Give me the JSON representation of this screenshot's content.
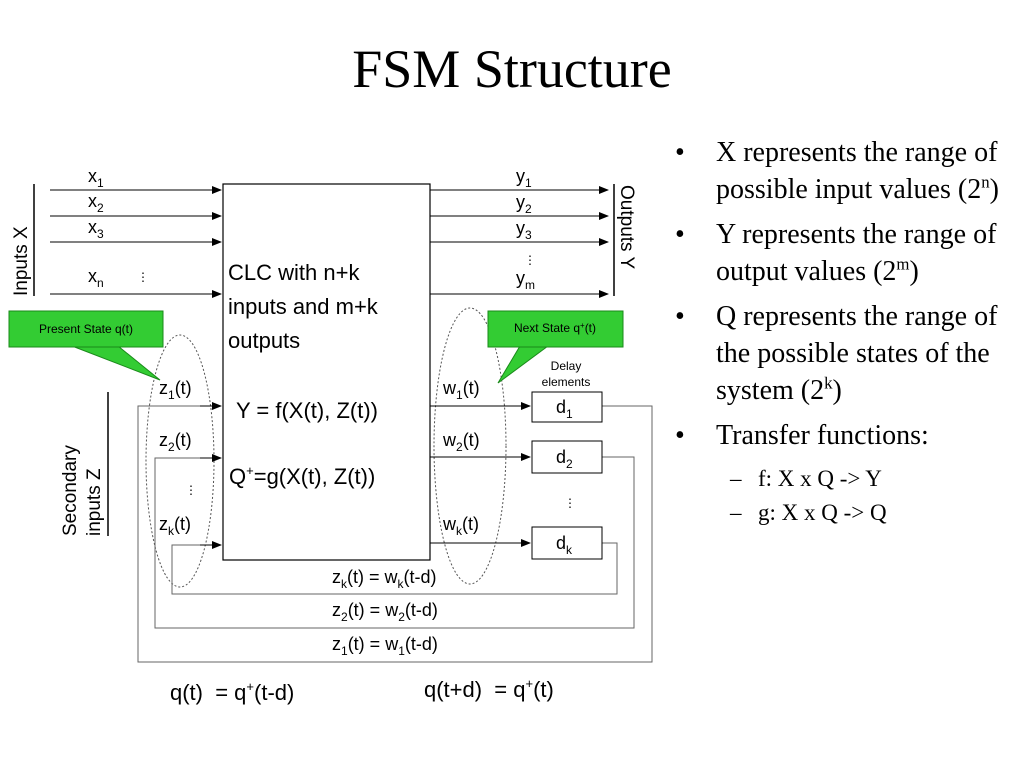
{
  "title": "FSM Structure",
  "diagram": {
    "inputs_x_label": "Inputs X",
    "outputs_y_label": "Outputs Y",
    "secondary_label_1": "Secondary",
    "secondary_label_2": "inputs Z",
    "x_inputs": [
      {
        "base": "x",
        "sub": "1"
      },
      {
        "base": "x",
        "sub": "2"
      },
      {
        "base": "x",
        "sub": "3"
      },
      {
        "base": "x",
        "sub": "n"
      }
    ],
    "y_outputs": [
      {
        "base": "y",
        "sub": "1"
      },
      {
        "base": "y",
        "sub": "2"
      },
      {
        "base": "y",
        "sub": "3"
      },
      {
        "base": "y",
        "sub": "m"
      }
    ],
    "z_inputs": [
      {
        "base": "z",
        "sub": "1",
        "suffix": "(t)"
      },
      {
        "base": "z",
        "sub": "2",
        "suffix": "(t)"
      },
      {
        "base": "z",
        "sub": "k",
        "suffix": "(t)"
      }
    ],
    "w_outputs": [
      {
        "base": "w",
        "sub": "1",
        "suffix": "(t)"
      },
      {
        "base": "w",
        "sub": "2",
        "suffix": "(t)"
      },
      {
        "base": "w",
        "sub": "k",
        "suffix": "(t)"
      }
    ],
    "delays": [
      {
        "base": "d",
        "sub": "1"
      },
      {
        "base": "d",
        "sub": "2"
      },
      {
        "base": "d",
        "sub": "k"
      }
    ],
    "ellipsis": "⋮",
    "clc_line1": "CLC with n+k",
    "clc_line2": "inputs and m+k",
    "clc_line3": "outputs",
    "eq_y": "Y = f(X(t), Z(t))",
    "eq_q_prefix": "Q",
    "eq_q_sup": "+",
    "eq_q_rest": "=g(X(t), Z(t))",
    "callout_present": "Present State q(t)",
    "callout_next_prefix": "Next State q",
    "callout_next_sup": "+",
    "callout_next_suffix": "(t)",
    "delay_elements_1": "Delay",
    "delay_elements_2": "elements",
    "feedback_eqs": [
      {
        "z_sub": "k",
        "w_sub": "k"
      },
      {
        "z_sub": "2",
        "w_sub": "2"
      },
      {
        "z_sub": "1",
        "w_sub": "1"
      }
    ],
    "feedback_eq_z": "z",
    "feedback_eq_mid": "(t) = w",
    "feedback_eq_end": "(t-d)",
    "bottom_left_prefix": "q(t)  = q",
    "bottom_left_sup": "+",
    "bottom_left_suffix": "(t-d)",
    "bottom_right_prefix": "q(t+d)  = q",
    "bottom_right_sup": "+",
    "bottom_right_suffix": "(t)"
  },
  "bullets": [
    {
      "text": "X represents the range of possible input values (2",
      "sup": "n",
      "after": ")"
    },
    {
      "text": "Y represents the range of output values (2",
      "sup": "m",
      "after": ")"
    },
    {
      "text": "Q represents the range of the possible states of the system (2",
      "sup": "k",
      "after": ")"
    },
    {
      "text": "Transfer functions:",
      "sup": "",
      "after": ""
    }
  ],
  "sub_bullets": [
    "f: X x Q -> Y",
    "g: X x Q -> Q"
  ],
  "colors": {
    "callout_fill": "#33cc33",
    "callout_stroke": "#1a8a1a",
    "line": "#000000",
    "feedback_line": "#666666",
    "ellipse_stroke": "#555555"
  }
}
